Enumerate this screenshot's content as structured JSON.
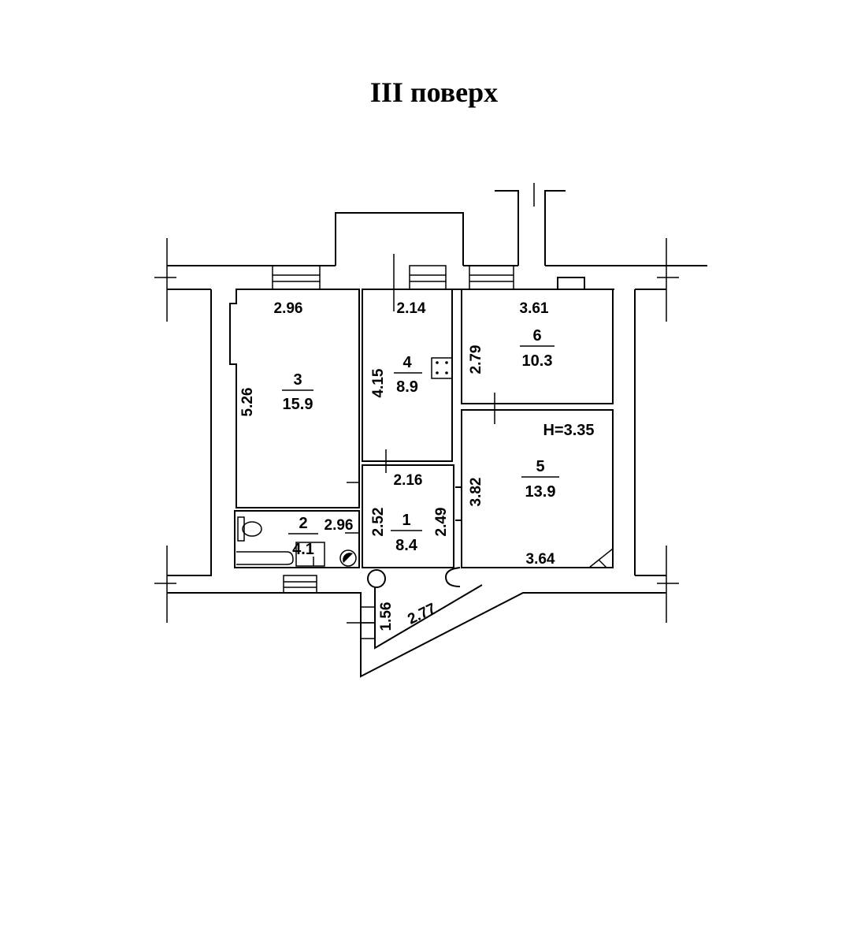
{
  "title": "III поверх",
  "height_label": "H=3.35",
  "rooms": {
    "r1": {
      "number": "1",
      "area": "8.4"
    },
    "r2": {
      "number": "2",
      "area": "4.1"
    },
    "r3": {
      "number": "3",
      "area": "15.9"
    },
    "r4": {
      "number": "4",
      "area": "8.9"
    },
    "r5": {
      "number": "5",
      "area": "13.9"
    },
    "r6": {
      "number": "6",
      "area": "10.3"
    }
  },
  "dimensions": {
    "r3_top": "2.96",
    "r3_left": "5.26",
    "r4_top": "2.14",
    "r4_left": "4.15",
    "r6_top": "3.61",
    "r6_left": "2.79",
    "r5_left": "3.82",
    "r5_bottom": "3.64",
    "r1_top": "2.16",
    "r1_left": "2.52",
    "r1_right": "2.49",
    "r2_width": "2.96",
    "vest_left": "1.56",
    "vest_diag": "2.77"
  }
}
